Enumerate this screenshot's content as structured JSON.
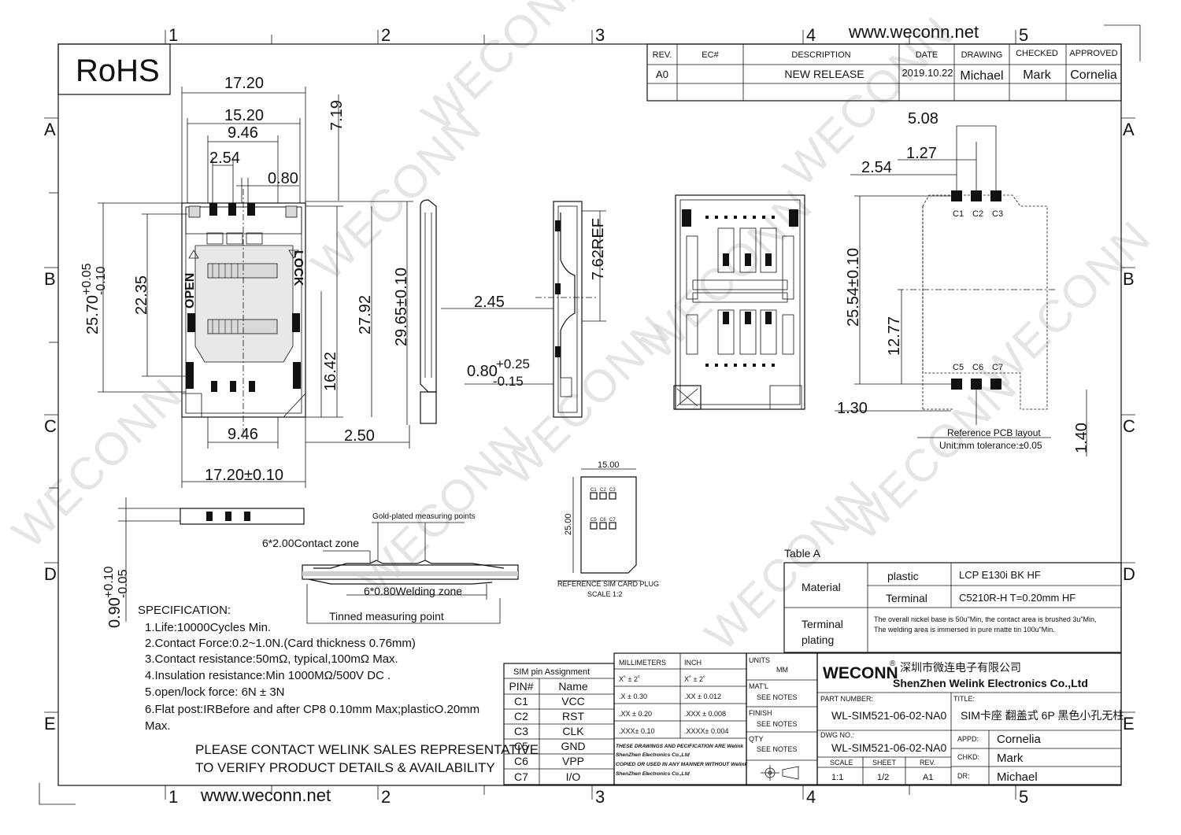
{
  "logo_rohs": "RoHS",
  "website": "www.weconn.net",
  "watermark": "WECONN",
  "grid_cols": [
    "1",
    "2",
    "3",
    "4",
    "5"
  ],
  "grid_rows": [
    "A",
    "B",
    "C",
    "D",
    "E"
  ],
  "revision_table": {
    "headers": [
      "REV.",
      "EC#",
      "DESCRIPTION",
      "DATE",
      "DRAWING",
      "CHECKED",
      "APPROVED"
    ],
    "row": [
      "A0",
      "",
      "NEW RELEASE",
      "2019.10.22",
      "Michael",
      "Mark",
      "Cornelia"
    ]
  },
  "top_view": {
    "dims": [
      "17.20",
      "15.20",
      "9.46",
      "2.54",
      "0.80",
      "7.19",
      "22.35",
      "27.92",
      "29.65±0.10",
      "16.42",
      "9.46",
      "2.50",
      "17.20±0.10"
    ],
    "dim_25_70": {
      "base": "25.70",
      "plus": "+0.05",
      "minus": "-0.10"
    },
    "open_label": "OPEN",
    "lock_label": "LOCK"
  },
  "side_view": {
    "dim_762": "7.62REF",
    "dim_245": "2.45",
    "dim_080": {
      "base": "0.80",
      "plus": "+0.25",
      "minus": "-0.15"
    }
  },
  "pcb_layout": {
    "dims": [
      "5.08",
      "1.27",
      "2.54",
      "25.54±0.10",
      "12.77",
      "1.30",
      "1.40"
    ],
    "pins_top": [
      "C1",
      "C2",
      "C3"
    ],
    "pins_bottom": [
      "C5",
      "C6",
      "C7"
    ],
    "caption": "Reference PCB layout",
    "tolerance": "Unit:mm tolerance:±0.05"
  },
  "sim_card": {
    "width": "15.00",
    "height": "25.00",
    "pins_top": [
      "C1",
      "C2",
      "C3"
    ],
    "pins_bottom": [
      "C5",
      "C6",
      "C7"
    ],
    "caption": "REFERENCE SIM CARD PLUG",
    "scale": "SCALE 1:2"
  },
  "front_view": {
    "dim_090": {
      "base": "0.90",
      "plus": "+0.10",
      "minus": "-0.05"
    }
  },
  "section_view": {
    "gold_label": "Gold-plated measuring points",
    "contact_zone": "6*2.00Contact zone",
    "welding_zone": "6*0.80Welding zone",
    "tin_label": "Tinned measuring point"
  },
  "specification": {
    "title": "SPECIFICATION:",
    "lines": [
      "1.Life:10000Cycles Min.",
      "2.Contact Force:0.2~1.0N.(Card thickness 0.76mm)",
      "3.Contact resistance:50mΩ, typical,100mΩ Max.",
      "4.Insulation resistance:Min 1000MΩ/500V DC .",
      "5.open/lock force: 6N ± 3N",
      "6.Flat post:IRBefore and after CP8 0.10mm Max;plasticO.20mm",
      "Max."
    ]
  },
  "contact_notice": [
    "PLEASE CONTACT WELINK SALES REPRESENTATIVE",
    "TO VERIFY PRODUCT DETAILS & AVAILABILITY"
  ],
  "table_a": {
    "title": "Table A",
    "material_label": "Material",
    "plastic_label": "plastic",
    "plastic_value": "LCP E130i BK HF",
    "terminal_label": "Terminal",
    "terminal_value": "C5210R-H T=0.20mm HF",
    "plating_label_1": "Terminal",
    "plating_label_2": "plating",
    "plating_line_1": "The overall nickel base is 50u\"Min, the contact area is brushed 3u\"Min,",
    "plating_line_2": "The welding area is immersed in pure matte tin 100u\"Min."
  },
  "pin_table": {
    "title": "SIM pin Assignment",
    "headers": [
      "PIN#",
      "Name"
    ],
    "rows": [
      [
        "C1",
        "VCC"
      ],
      [
        "C2",
        "RST"
      ],
      [
        "C3",
        "CLK"
      ],
      [
        "C5",
        "GND"
      ],
      [
        "C6",
        "VPP"
      ],
      [
        "C7",
        "I/O"
      ]
    ]
  },
  "tolerance_block": {
    "mm_header": "MILLIMETERS",
    "inch_header": "INCH",
    "mm_rows": [
      "X˚ ± 2˚",
      ".X ± 0.30",
      ".XX ± 0.20",
      ".XXX± 0.10"
    ],
    "inch_rows": [
      "X˚ ± 2˚",
      ".XX ± 0.012",
      ".XXX ± 0.008",
      ".XXXX± 0.004"
    ],
    "notice": [
      "THESE DRAWINGS AND PECIFICATION ARE Welink",
      "ShenZhen Electronics Co.,Ltd",
      "COPIED OR USED IN ANY MANNER WITHOUT Welink",
      "ShenZhen Electronics Co.,Ltd"
    ]
  },
  "units_block": {
    "units_label": "UNITS",
    "units_value": "MM",
    "matl_label": "MAT'L",
    "matl_value": "SEE NOTES",
    "finish_label": "FINISH",
    "finish_value": "SEE NOTES",
    "qty_label": "QTY",
    "qty_value": "SEE NOTES"
  },
  "title_block": {
    "company_logo": "WECONN",
    "company_cn": "深圳市微连电子有限公司",
    "company_en": "ShenZhen Welink Electronics Co.,Ltd",
    "part_number_label": "PART NUMBER:",
    "part_number": "WL-SIM521-06-02-NA0",
    "dwg_label": "DWG NO.:",
    "dwg_no": "WL-SIM521-06-02-NA0",
    "title_label": "TITLE:",
    "title": "SIM卡座 翻盖式 6P 黑色小孔无柱",
    "scale_label": "SCALE",
    "scale_value": "1:1",
    "sheet_label": "SHEET",
    "sheet_value": "1/2",
    "rev_label": "REV.",
    "rev_value": "A1",
    "appd_label": "APPD:",
    "appd_value": "Cornelia",
    "chkd_label": "CHKD:",
    "chkd_value": "Mark",
    "dr_label": "DR:",
    "dr_value": "Michael"
  }
}
